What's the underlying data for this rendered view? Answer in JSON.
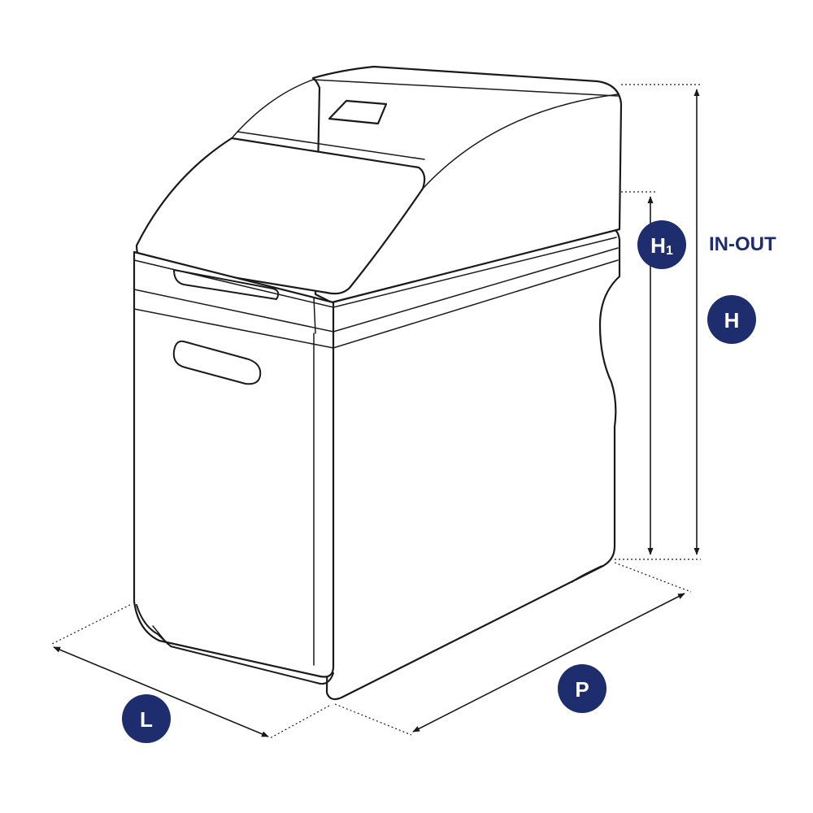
{
  "labels": {
    "h1": "H",
    "h1_sub": "1",
    "h": "H",
    "in_out": "IN-OUT",
    "l": "L",
    "p": "P"
  },
  "colors": {
    "badge": "#1d2d6e",
    "label": "#1d2d6e",
    "line": "#1a1a1a"
  }
}
